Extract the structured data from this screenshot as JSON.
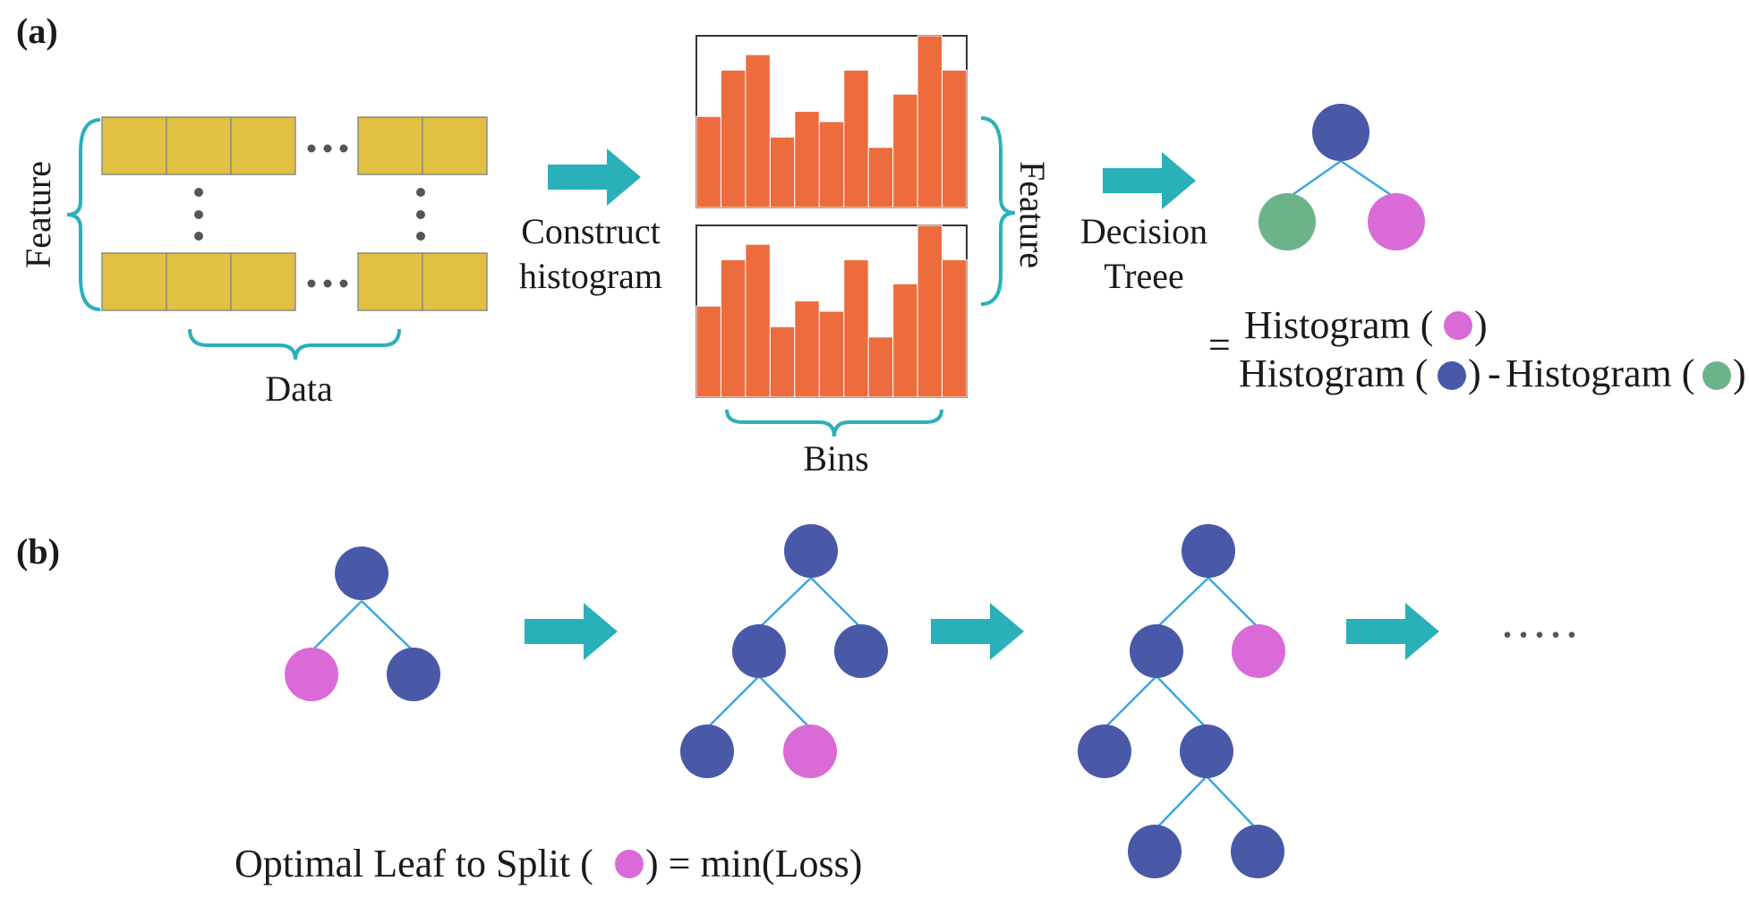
{
  "panel_a": {
    "label": "(a)",
    "feature_label_left": "Feature",
    "data_label": "Data",
    "construct_line1": "Construct",
    "construct_line2": "histogram",
    "feature_label_right": "Feature",
    "bins_label": "Bins",
    "decision_line1": "Decision",
    "decision_line2": "Treee",
    "equation": {
      "equals": "=",
      "numerator_prefix": "Histogram (",
      "numerator_suffix": ")",
      "denom_part1_prefix": "Histogram (",
      "denom_part1_suffix": ")",
      "minus": "-",
      "denom_part2_prefix": "Histogram (",
      "denom_part2_suffix": ")"
    },
    "histogram_values": [
      0.53,
      0.8,
      0.89,
      0.41,
      0.56,
      0.5,
      0.8,
      0.35,
      0.66,
      1.0,
      0.8
    ]
  },
  "panel_b": {
    "label": "(b)",
    "ellipsis": ".....",
    "caption_prefix": "Optimal Leaf to Split (",
    "caption_suffix": ") = min(Loss)"
  },
  "colors": {
    "cell_fill": "#e2c042",
    "cell_stroke": "#8a8a8a",
    "bar_fill": "#ec6c3e",
    "arrow": "#2ab0b8",
    "brace": "#2ab0b8",
    "edge": "#3aa8e0",
    "node_blue": "#4959a8",
    "node_pink": "#da6ad8",
    "node_green": "#6cb38a",
    "dots": "#555555"
  }
}
